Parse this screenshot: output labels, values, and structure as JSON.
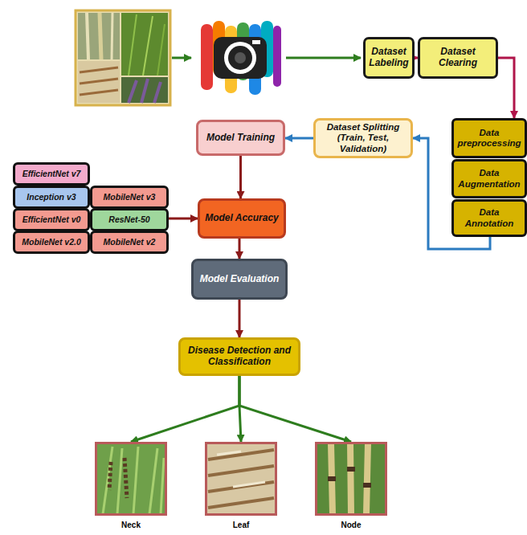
{
  "diagram": {
    "nodes": [
      {
        "text": [
          "Dataset Labeling"
        ]
      },
      {
        "text": [
          "Dataset Clearing"
        ]
      },
      {
        "text": [
          "Data preprocessing"
        ]
      },
      {
        "text": [
          "Data Augmentation"
        ]
      },
      {
        "text": [
          "Data Annotation"
        ]
      },
      {
        "text": [
          "Dataset Splitting (Train, Test, Validation)"
        ]
      },
      {
        "text": [
          "Model Training"
        ]
      },
      {
        "text": [
          "EfficientNet v7"
        ]
      },
      {
        "text": [
          "Inception v3"
        ]
      },
      {
        "text": [
          "MobileNet v3"
        ]
      },
      {
        "text": [
          "EfficientNet v0"
        ]
      },
      {
        "text": [
          "ResNet-50"
        ]
      },
      {
        "text": [
          "MobileNet v2.0"
        ]
      },
      {
        "text": [
          "MobileNet v2"
        ]
      },
      {
        "text": [
          "Model Accuracy"
        ]
      },
      {
        "text": [
          "Model Evaluation"
        ]
      },
      {
        "text": [
          "Disease Detection and Classification"
        ]
      },
      {
        "text": [
          "Neck"
        ]
      },
      {
        "text": [
          "Leaf"
        ]
      },
      {
        "text": [
          "Node"
        ]
      }
    ],
    "edges": [
      {
        "from": 0,
        "to": 1,
        "arrow": "to"
      },
      {
        "from": 1,
        "to": 2,
        "arrow": "to"
      },
      {
        "from": 4,
        "to": 5,
        "arrow": "to"
      },
      {
        "from": 5,
        "to": 6,
        "arrow": "to"
      },
      {
        "from": 6,
        "to": 14,
        "arrow": "to"
      },
      {
        "from": 11,
        "to": 14,
        "arrow": "to"
      },
      {
        "from": 14,
        "to": 15,
        "arrow": "to"
      },
      {
        "from": 15,
        "to": 16,
        "arrow": "to"
      },
      {
        "from": 16,
        "to": 17,
        "arrow": "to"
      },
      {
        "from": 16,
        "to": 18,
        "arrow": "to"
      },
      {
        "from": 16,
        "to": 19,
        "arrow": "to"
      }
    ]
  }
}
